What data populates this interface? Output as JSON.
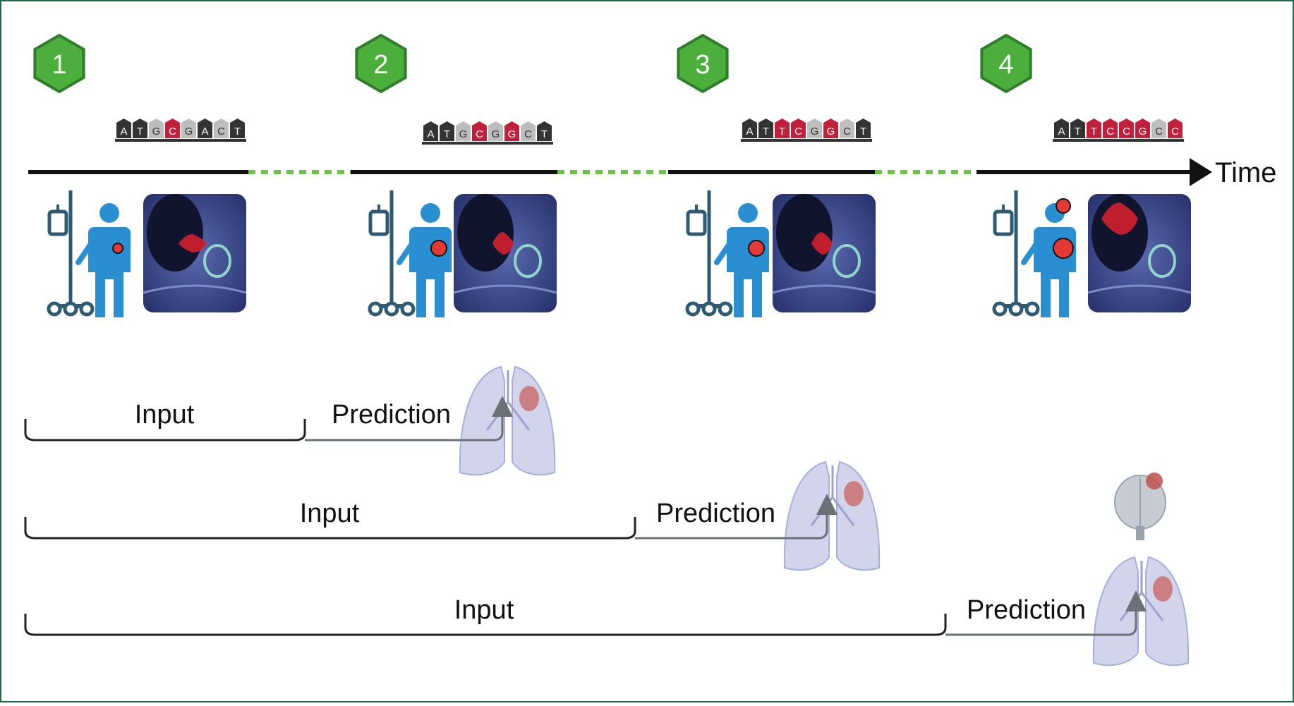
{
  "timeline": {
    "axis_label": "Time"
  },
  "colors": {
    "frame": "#1e6b4a",
    "hexagon_fill": "#4caf3c",
    "hexagon_stroke": "#2f7d2a",
    "timeline": "#111111",
    "gap_dash": "#6cc24a",
    "patient": "#2a8fd1",
    "iv_pole": "#2e5b73",
    "tumor": "#e53935",
    "mutation_tag": "#c2203a",
    "wildtype_dark": "#333333",
    "wildtype_light": "#bdbdbd",
    "ct_bg": "#3d4a8f",
    "bracket": "#222222",
    "arrow": "#6b7277",
    "lung": "#c9cde8",
    "brain": "#c7ccd2"
  },
  "stages": [
    {
      "number": "1",
      "sequence": [
        {
          "base": "A",
          "type": "dark"
        },
        {
          "base": "T",
          "type": "dark"
        },
        {
          "base": "G",
          "type": "light"
        },
        {
          "base": "C",
          "type": "mut"
        },
        {
          "base": "G",
          "type": "light"
        },
        {
          "base": "A",
          "type": "dark"
        },
        {
          "base": "C",
          "type": "light"
        },
        {
          "base": "T",
          "type": "dark"
        }
      ],
      "tumor_size": "small"
    },
    {
      "number": "2",
      "sequence": [
        {
          "base": "A",
          "type": "dark"
        },
        {
          "base": "T",
          "type": "dark"
        },
        {
          "base": "G",
          "type": "light"
        },
        {
          "base": "C",
          "type": "mut"
        },
        {
          "base": "G",
          "type": "light"
        },
        {
          "base": "G",
          "type": "mut"
        },
        {
          "base": "C",
          "type": "light"
        },
        {
          "base": "T",
          "type": "dark"
        }
      ],
      "tumor_size": "medium"
    },
    {
      "number": "3",
      "sequence": [
        {
          "base": "A",
          "type": "dark"
        },
        {
          "base": "T",
          "type": "dark"
        },
        {
          "base": "T",
          "type": "mut"
        },
        {
          "base": "C",
          "type": "mut"
        },
        {
          "base": "G",
          "type": "light"
        },
        {
          "base": "G",
          "type": "mut"
        },
        {
          "base": "C",
          "type": "light"
        },
        {
          "base": "T",
          "type": "dark"
        }
      ],
      "tumor_size": "medium"
    },
    {
      "number": "4",
      "sequence": [
        {
          "base": "A",
          "type": "dark"
        },
        {
          "base": "T",
          "type": "dark"
        },
        {
          "base": "T",
          "type": "mut"
        },
        {
          "base": "C",
          "type": "mut"
        },
        {
          "base": "C",
          "type": "mut"
        },
        {
          "base": "G",
          "type": "mut"
        },
        {
          "base": "C",
          "type": "light"
        },
        {
          "base": "C",
          "type": "mut"
        }
      ],
      "tumor_size": "large"
    }
  ],
  "rows": [
    {
      "input_label": "Input",
      "prediction_label": "Prediction",
      "target": "lung"
    },
    {
      "input_label": "Input",
      "prediction_label": "Prediction",
      "target": "lung"
    },
    {
      "input_label": "Input",
      "prediction_label": "Prediction",
      "target": "brain-lung"
    }
  ]
}
